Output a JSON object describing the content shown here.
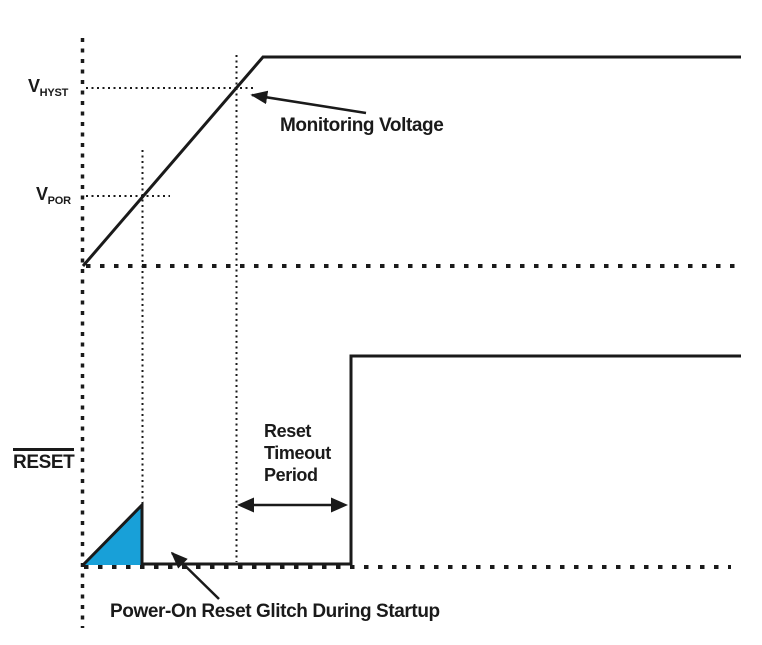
{
  "labels": {
    "v_hyst": {
      "symbol": "V",
      "subscript": "HYST"
    },
    "v_por": {
      "symbol": "V",
      "subscript": "POR"
    },
    "reset_signal": "RESET",
    "monitoring_voltage": "Monitoring Voltage",
    "reset_timeout": {
      "line1": "Reset",
      "line2": "Timeout",
      "line3": "Period"
    },
    "por_glitch": "Power-On Reset Glitch During Startup"
  },
  "colors": {
    "line": "#1a1a1a",
    "glitch_fill": "#18a0d8",
    "background": "#ffffff"
  }
}
